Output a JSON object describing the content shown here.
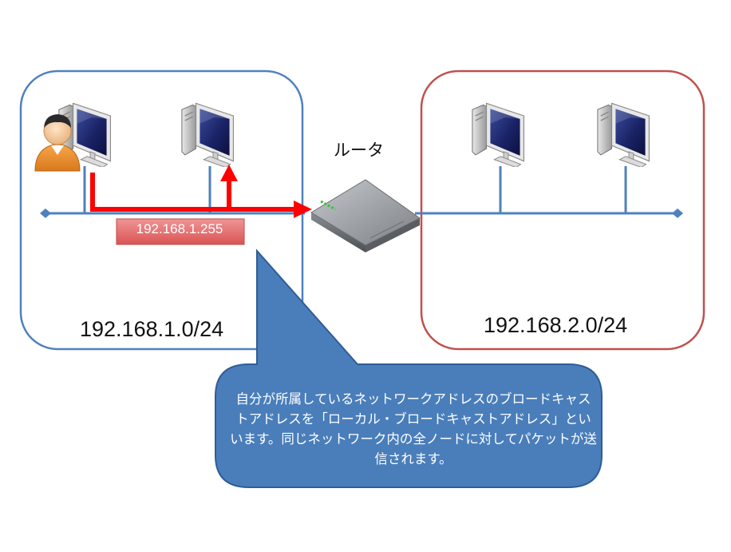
{
  "networks": {
    "left_address": "192.168.1.0/24",
    "right_address": "192.168.2.0/24"
  },
  "router": {
    "label": "ルータ"
  },
  "broadcast": {
    "address": "192.168.1.255"
  },
  "callout": {
    "text": "自分が所属しているネットワークアドレスのブロードキャストアドレスを「ローカル・ブロードキャストアドレス」といいます。同じネットワーク内の全ノードに対してパケットが送信されます。"
  },
  "colors": {
    "left_network_border": "#4f81bd",
    "right_network_border": "#c0504d",
    "bus_line": "#4f81bd",
    "packet_arrow": "#ff0000",
    "callout_fill": "#4a7ebb",
    "label_box_fill": "#e46c6c"
  }
}
